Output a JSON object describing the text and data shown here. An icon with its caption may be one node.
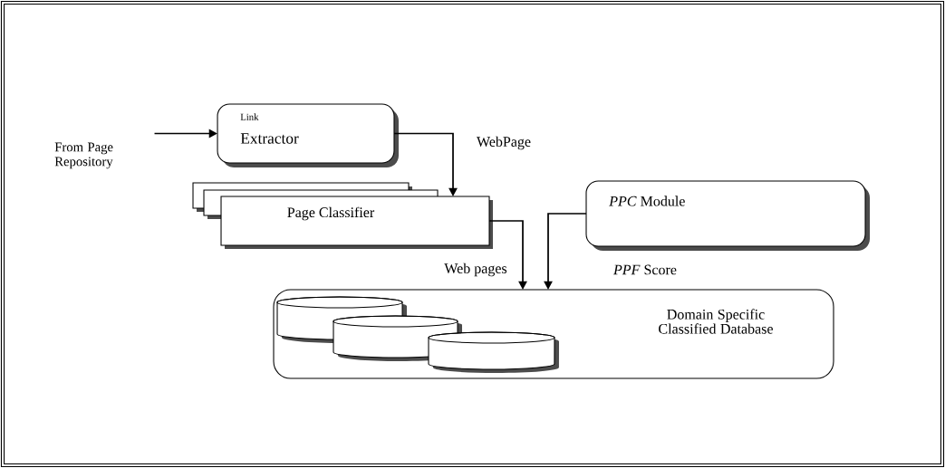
{
  "diagram": {
    "nodes": [
      {
        "text": [
          "From Page Repository"
        ]
      },
      {
        "text": [
          "Link",
          "Extractor"
        ]
      },
      {
        "text": [
          "Page Classifier"
        ]
      },
      {
        "text": [
          "*PPC* Module"
        ]
      },
      {
        "text": [
          "Domain Specific Classified Database"
        ]
      },
      {
        "text": [],
        "shape": "cylinder",
        "in": 4
      },
      {
        "text": [],
        "shape": "cylinder",
        "in": 4
      },
      {
        "text": [],
        "shape": "cylinder",
        "in": 4
      }
    ],
    "edges": [
      {
        "from": 0,
        "to": 1,
        "arrow": "to"
      },
      {
        "from": 1,
        "to": 2,
        "arrow": "to",
        "label": "WebPage"
      },
      {
        "from": 2,
        "to": 4,
        "arrow": "to",
        "label": "Web pages"
      },
      {
        "from": 3,
        "to": 4,
        "arrow": "to",
        "label": "*PPF* Score"
      }
    ]
  }
}
